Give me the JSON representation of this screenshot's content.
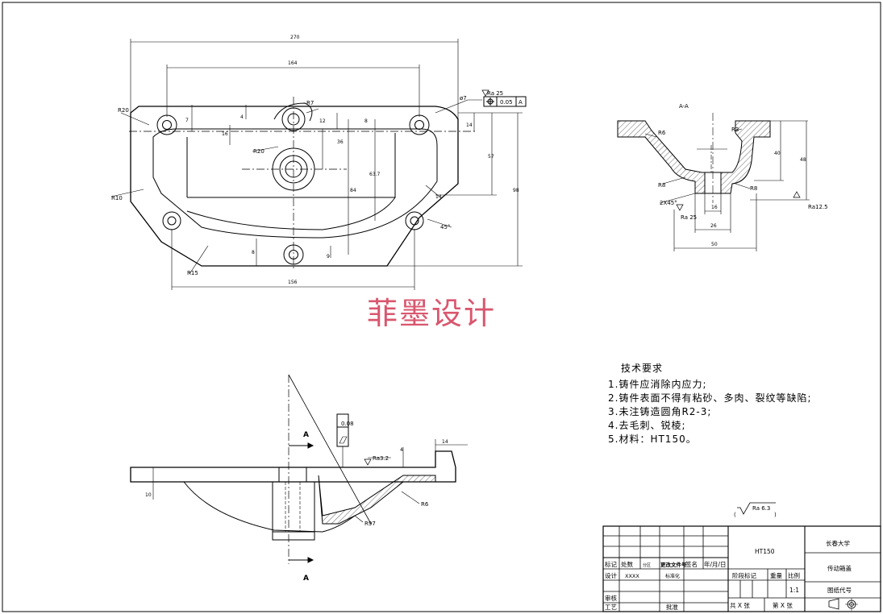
{
  "watermark": "菲墨设计",
  "top_view": {
    "dims": {
      "overall_width": "270",
      "hole_spacing": "164",
      "bottom_width": "156",
      "height_98": "98",
      "height_57": "57",
      "height_14": "14",
      "height_84": "84",
      "height_63": "63.7",
      "height_36": "36",
      "height_12": "12",
      "height_7": "7",
      "height_4": "4",
      "height_16": "16",
      "height_8a": "8",
      "height_8b": "8",
      "height_9": "9",
      "height_14b": "14"
    },
    "radii": {
      "r20": "R20",
      "r7": "R7",
      "r20b": "R20",
      "r10": "R10",
      "r15": "R15",
      "angle": "45°",
      "diam": "ø7",
      "r14": "14"
    },
    "roughness": "Ra 25",
    "tolerance": "0.05",
    "datum": "A"
  },
  "section_view": {
    "title": "A-A",
    "dims": {
      "d16": "16",
      "d26": "26",
      "d50": "50",
      "h40": "40",
      "h48": "48",
      "chamfer": "2X45°"
    },
    "radii": {
      "r6": "R6",
      "r3": "R3",
      "r8a": "R8",
      "r8b": "R8"
    },
    "roughness1": "Ra 25",
    "roughness2": "Ra12.5"
  },
  "front_view": {
    "section_mark_top": "A",
    "section_mark_bottom": "A",
    "flatness": "0.08",
    "roughness": "Ra3.2",
    "dims": {
      "d10": "10",
      "d14": "14",
      "d4": "4"
    },
    "radii": {
      "r6": "R6",
      "r97": "R97"
    }
  },
  "tech_requirements": {
    "title": "技术要求",
    "items": [
      "1.铸件应消除内应力;",
      "2.铸件表面不得有粘砂、多肉、裂纹等缺陷;",
      "3.未注铸造圆角R2-3;",
      "4.去毛刺、锐棱;",
      "5.材料：HT150。"
    ]
  },
  "surface_note": "Ra 6.3",
  "title_block": {
    "material": "HT150",
    "university": "长春大学",
    "part_name": "传动箱盖",
    "drawing_no_label": "图纸代号",
    "stage_label": "阶段标记",
    "weight_label": "重量",
    "scale_label": "比例",
    "scale": "1:1",
    "sheets_total": "共  X  张",
    "sheet_no": "第  X  张",
    "row_labels": {
      "mark": "标记",
      "count": "处数",
      "zone": "分区",
      "change_doc": "更改文件号",
      "sign": "签名",
      "date": "年/月/日",
      "design": "设计",
      "designer": "XXXX",
      "standardize": "标准化",
      "review": "审核",
      "process": "工艺",
      "approve": "批准"
    }
  }
}
